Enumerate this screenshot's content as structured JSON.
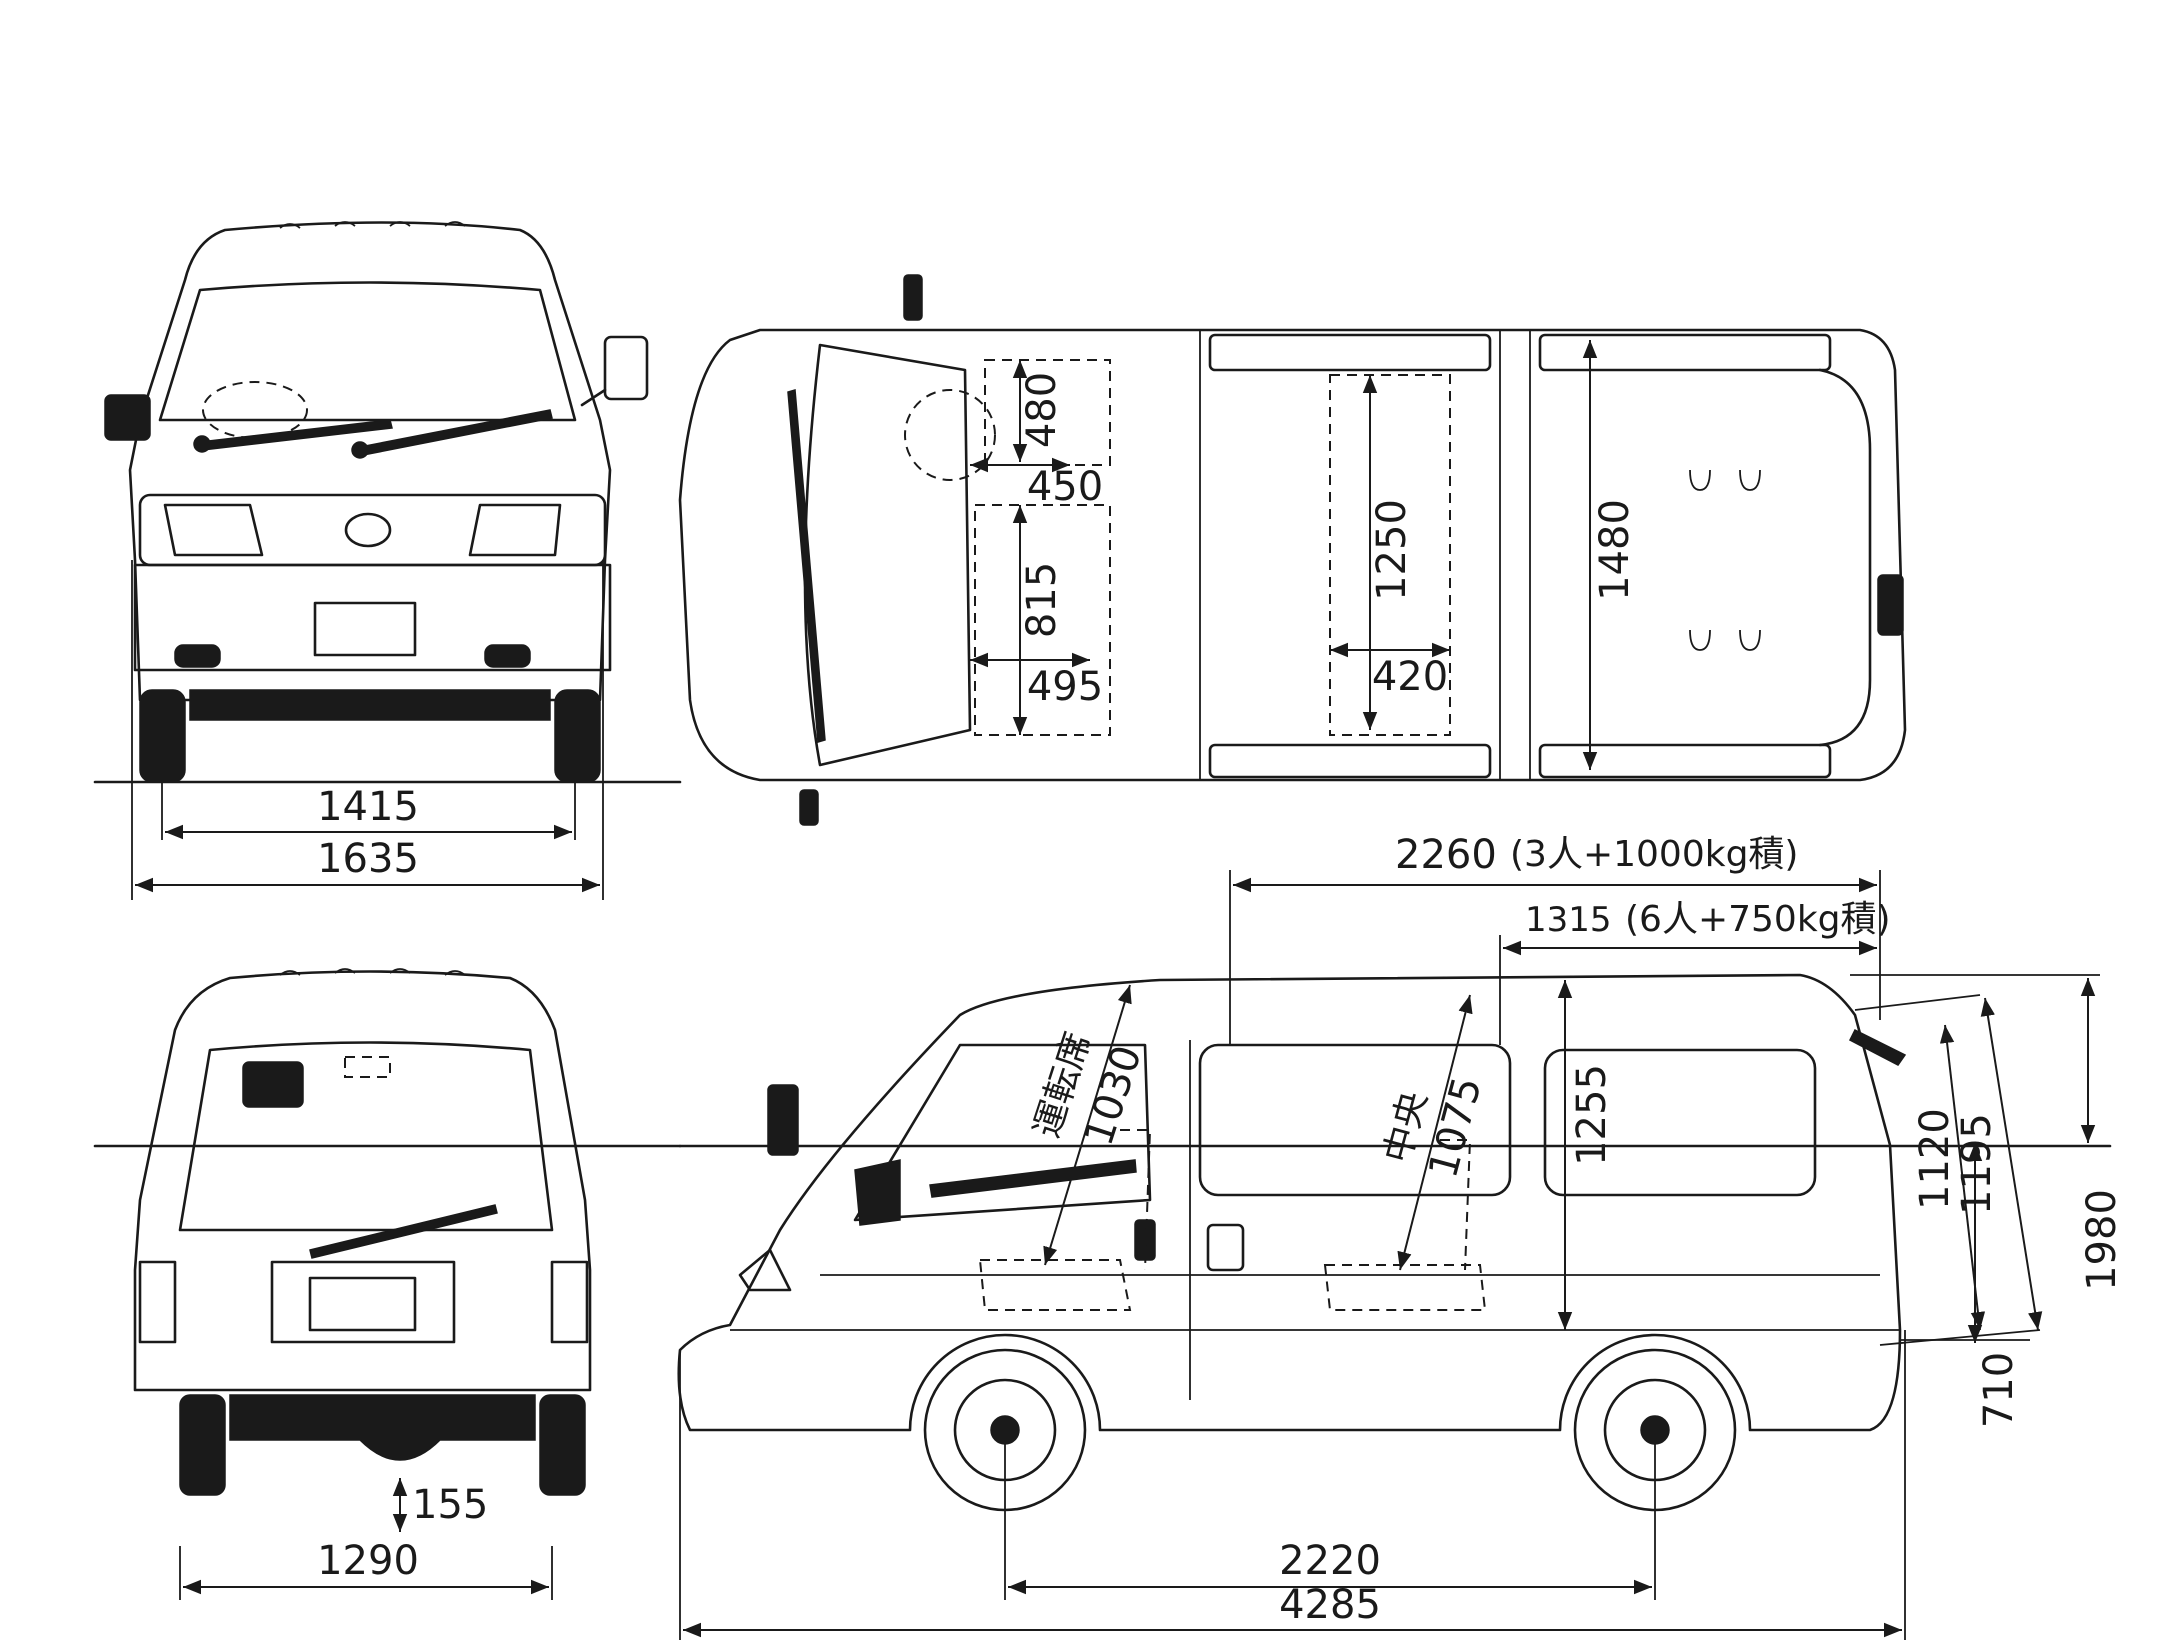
{
  "dimensions": {
    "front_track": "1415",
    "overall_width": "1635",
    "rear_track": "1290",
    "ground_clearance": "155",
    "wheelbase": "2220",
    "overall_length": "4285",
    "overall_height": "1980",
    "floor_height": "710",
    "cargo_length_3p": "2260",
    "cargo_length_3p_note": "(3人+1000kg積)",
    "cargo_length_6p": "1315",
    "cargo_length_6p_note": "(6人+750kg積)",
    "rear_opening_width": "1120",
    "rear_opening_height": "1195",
    "interior_height": "1255",
    "driver_seat_label": "運転席",
    "driver_seat_height": "1030",
    "center_seat_label": "中央",
    "center_seat_height": "1075",
    "top_480": "480",
    "top_450": "450",
    "top_815": "815",
    "top_495": "495",
    "top_1250": "1250",
    "top_420": "420",
    "top_1480": "1480"
  },
  "colors": {
    "line": "#1a1a1a",
    "background": "#ffffff"
  }
}
